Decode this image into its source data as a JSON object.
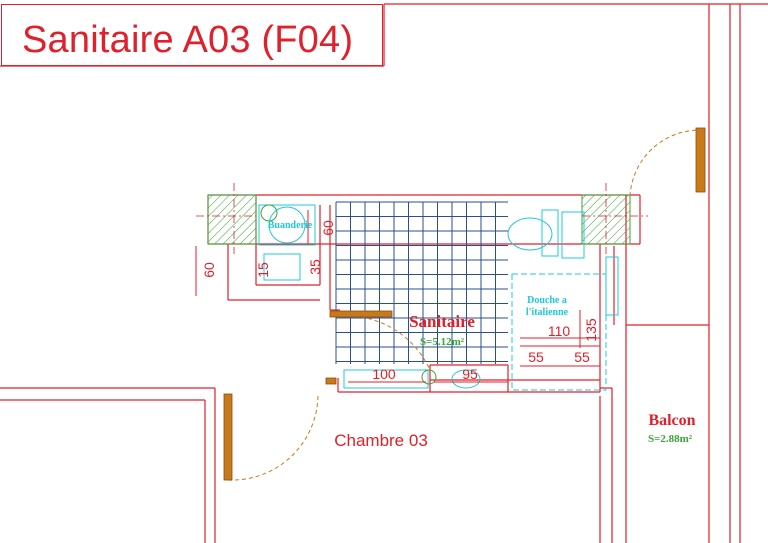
{
  "title": "Sanitaire A03 (F04)",
  "rooms": {
    "sanitaire": {
      "name": "Sanitaire",
      "area": "S=5.12m²"
    },
    "buanderie": {
      "name": "Buanderie"
    },
    "douche": {
      "line1": "Douche a",
      "line2": "l'italienne"
    },
    "balcon": {
      "name": "Balcon",
      "area": "S=2.88m²"
    },
    "chambre": {
      "name": "Chambre 03"
    }
  },
  "dimensions": {
    "d60_left": "60",
    "d60_top": "60",
    "d15": "15",
    "d35": "35",
    "d110": "110",
    "d135": "135",
    "d55_a": "55",
    "d55_b": "55",
    "d100": "100",
    "d95": "95"
  },
  "colors": {
    "wall_line": "#e0202a",
    "room_label": "#e0202a",
    "area_label": "#3aa53a",
    "tile_grid": "#2a4f8f",
    "shower_label": "#20c8d8",
    "door": "#c87a1a",
    "hatch": "#3aa53a"
  }
}
